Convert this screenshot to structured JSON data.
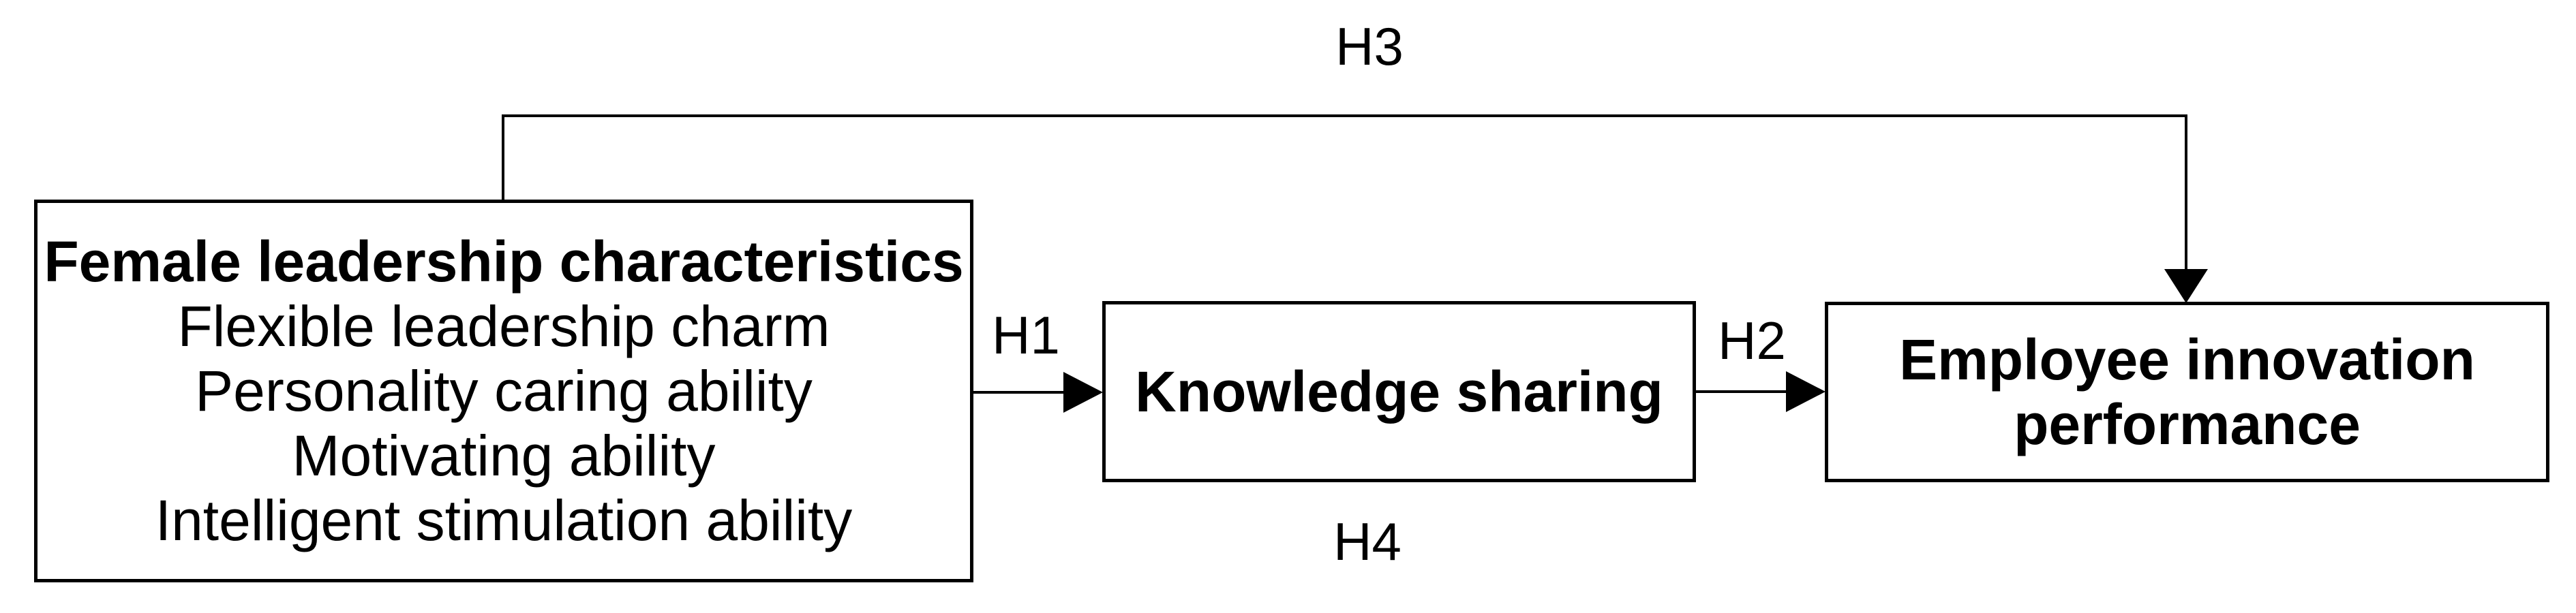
{
  "diagram": {
    "background_color": "#ffffff",
    "line_color": "#000000",
    "text_color": "#000000",
    "boxes": {
      "left": {
        "title": "Female leadership characteristics",
        "items": [
          "Flexible leadership charm",
          "Personality caring ability",
          "Motivating ability",
          "Intelligent stimulation ability"
        ]
      },
      "middle": {
        "title": "Knowledge sharing"
      },
      "right": {
        "title": "Employee innovation performance"
      }
    },
    "hypothesis_labels": {
      "h1": "H1",
      "h2": "H2",
      "h3": "H3",
      "h4": "H4"
    }
  }
}
